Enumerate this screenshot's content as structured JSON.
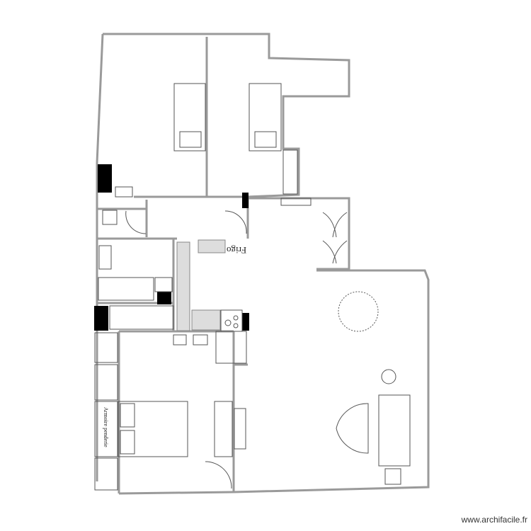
{
  "plan": {
    "labels": {
      "fridge": "Frigo",
      "wardrobe": "Armoire penderie"
    },
    "watermark": "www.archifacile.fr",
    "colors": {
      "wall": "#9a9a9a",
      "fixture": "#dddddd",
      "pillar": "#000000"
    }
  }
}
